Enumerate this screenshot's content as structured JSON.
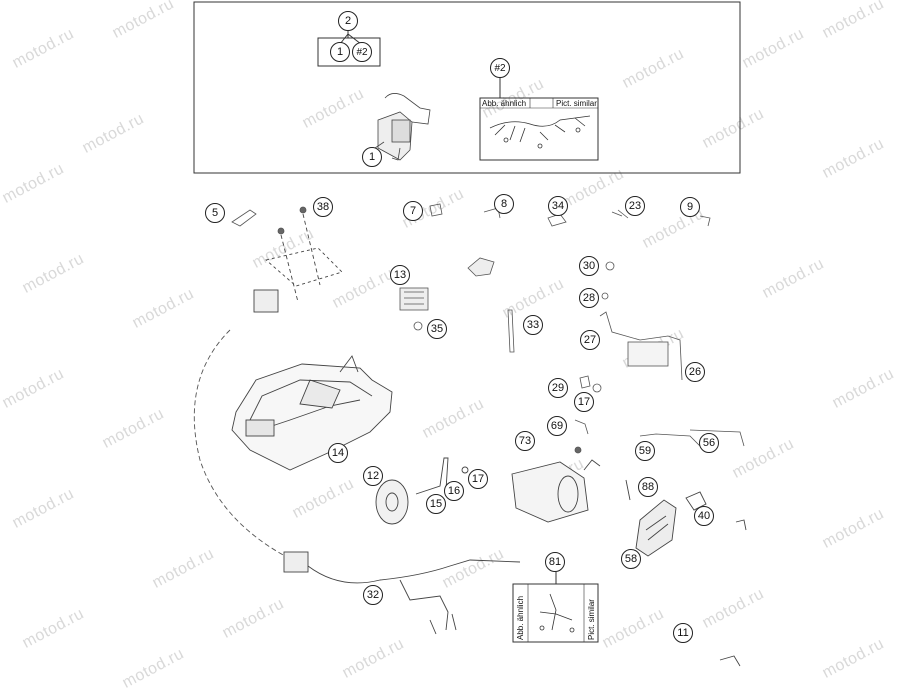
{
  "watermark": "motod.ru",
  "boxes": {
    "similar_top": {
      "left_label": "Abb. ähnlich",
      "right_label": "Pict. similar"
    },
    "similar_bottom": {
      "left_label": "Abb. ähnlich",
      "right_label": "Pict. similar"
    }
  },
  "callouts": {
    "c2": "2",
    "c1a": "1",
    "c2b": "#2",
    "c1": "1",
    "c2top": "#2",
    "c5": "5",
    "c38": "38",
    "c7": "7",
    "c8": "8",
    "c34": "34",
    "c23": "23",
    "c9": "9",
    "c13": "13",
    "c30": "30",
    "c28": "28",
    "c35": "35",
    "c33": "33",
    "c27": "27",
    "c26": "26",
    "c29": "29",
    "c17a": "17",
    "c69": "69",
    "c73": "73",
    "c59": "59",
    "c56": "56",
    "c14": "14",
    "c12": "12",
    "c16": "16",
    "c17b": "17",
    "c15": "15",
    "c88": "88",
    "c40": "40",
    "c58": "58",
    "c81": "81",
    "c32": "32",
    "c11": "11"
  }
}
